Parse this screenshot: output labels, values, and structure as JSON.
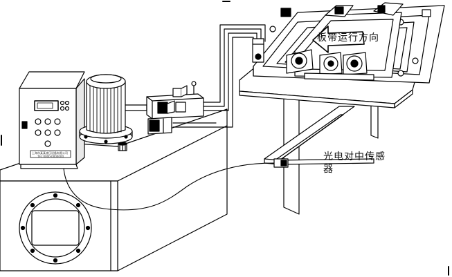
{
  "labels": {
    "belt_direction": "板带运行方向",
    "sensor_line1": "光电对中传感",
    "sensor_line2": "器",
    "controller_plate_line1": "上海市某某液压设备有限公司",
    "controller_plate_line2": "TEL:0000-0000000"
  },
  "colors": {
    "line": "#000000",
    "paper": "#ffffff",
    "shade": "#d9d9d9"
  }
}
